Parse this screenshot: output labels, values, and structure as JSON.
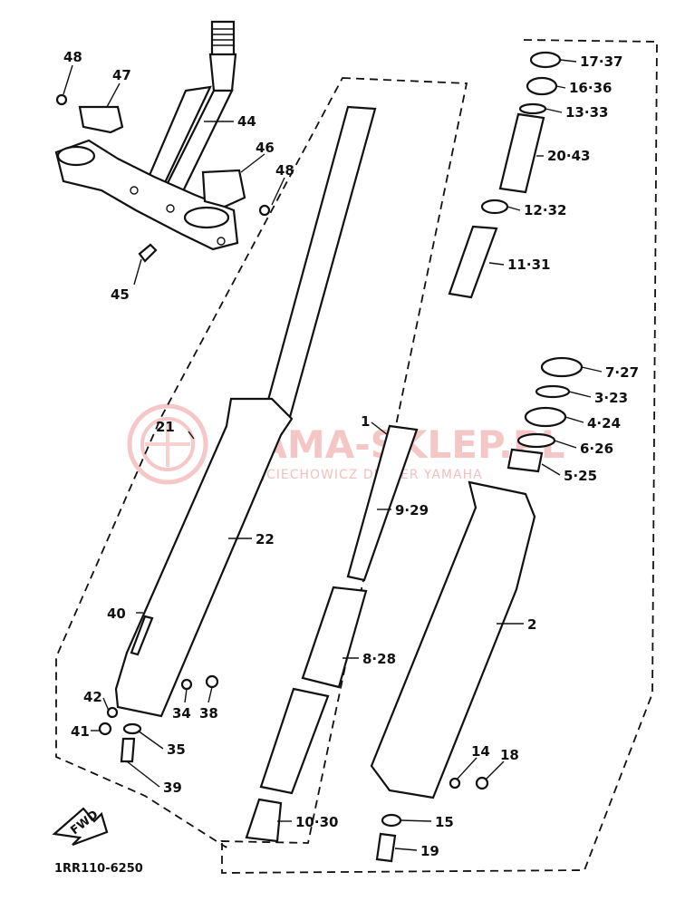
{
  "diagram_code": "1RR110-6250",
  "fwd_label": "FWD",
  "watermark": {
    "brand": "YAMA-SKLEP.PL",
    "subtitle": "WOJCIECHOWICZ DEALER YAMAHA"
  },
  "callouts": [
    {
      "id": "48a",
      "text": "48"
    },
    {
      "id": "47",
      "text": "47"
    },
    {
      "id": "44",
      "text": "44"
    },
    {
      "id": "46",
      "text": "46"
    },
    {
      "id": "48b",
      "text": "48"
    },
    {
      "id": "45",
      "text": "45"
    },
    {
      "id": "17",
      "text": "17·37"
    },
    {
      "id": "16",
      "text": "16·36"
    },
    {
      "id": "13",
      "text": "13·33"
    },
    {
      "id": "20",
      "text": "20·43"
    },
    {
      "id": "12",
      "text": "12·32"
    },
    {
      "id": "11",
      "text": "11·31"
    },
    {
      "id": "7",
      "text": "7·27"
    },
    {
      "id": "3",
      "text": "3·23"
    },
    {
      "id": "4",
      "text": "4·24"
    },
    {
      "id": "6",
      "text": "6·26"
    },
    {
      "id": "5",
      "text": "5·25"
    },
    {
      "id": "1",
      "text": "1"
    },
    {
      "id": "9",
      "text": "9·29"
    },
    {
      "id": "21",
      "text": "21"
    },
    {
      "id": "22",
      "text": "22"
    },
    {
      "id": "2",
      "text": "2"
    },
    {
      "id": "40",
      "text": "40"
    },
    {
      "id": "8",
      "text": "8·28"
    },
    {
      "id": "42",
      "text": "42"
    },
    {
      "id": "34",
      "text": "34"
    },
    {
      "id": "38",
      "text": "38"
    },
    {
      "id": "41",
      "text": "41"
    },
    {
      "id": "35",
      "text": "35"
    },
    {
      "id": "39",
      "text": "39"
    },
    {
      "id": "14",
      "text": "14"
    },
    {
      "id": "18",
      "text": "18"
    },
    {
      "id": "10",
      "text": "10·30"
    },
    {
      "id": "15",
      "text": "15"
    },
    {
      "id": "19",
      "text": "19"
    }
  ]
}
